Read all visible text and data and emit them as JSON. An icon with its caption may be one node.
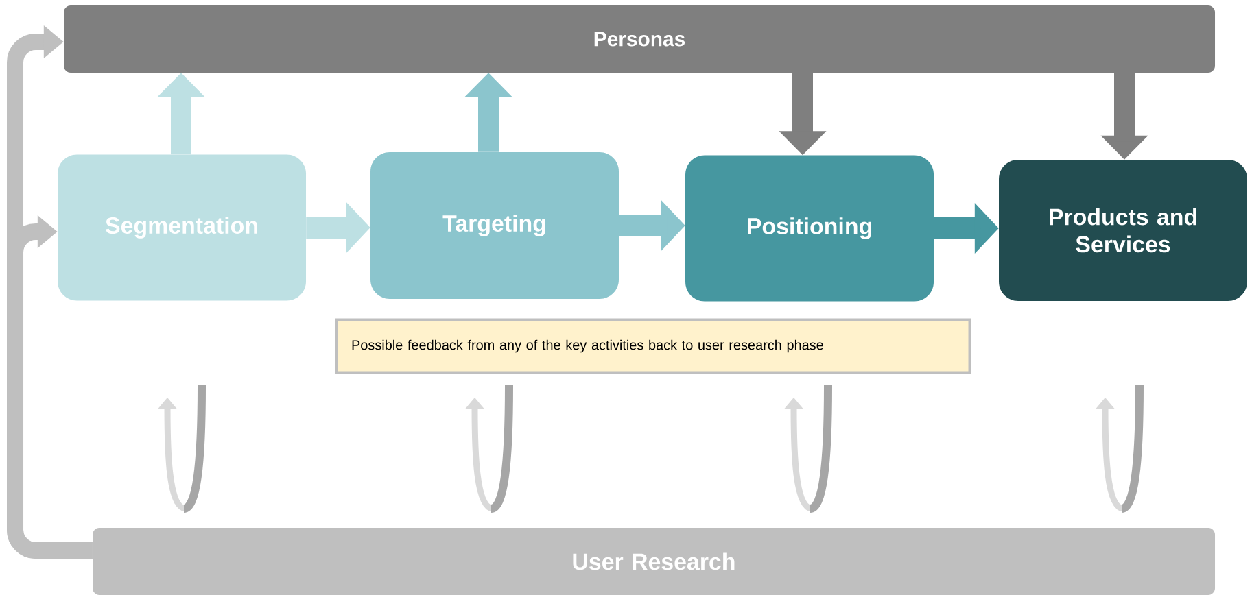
{
  "diagram": {
    "nodes": [
      {
        "text": [
          "Personas"
        ]
      },
      {
        "text": [
          "Segmentation"
        ]
      },
      {
        "text": [
          "Targeting"
        ]
      },
      {
        "text": [
          "Positioning"
        ]
      },
      {
        "text": [
          "Products and Services"
        ]
      },
      {
        "text": [
          "Possible feedback from any of the key activities back to user research phase"
        ]
      },
      {
        "text": [
          "User Research"
        ]
      }
    ],
    "edges": [
      {
        "from": 6,
        "to": 0,
        "arrow": "to",
        "color": "#bfbfbf"
      },
      {
        "from": 6,
        "to": 1,
        "arrow": "to",
        "color": "#bfbfbf"
      },
      {
        "from": 1,
        "to": 0,
        "arrow": "to",
        "color": "#bde0e3"
      },
      {
        "from": 2,
        "to": 0,
        "arrow": "to",
        "color": "#8bc5cd"
      },
      {
        "from": 0,
        "to": 3,
        "arrow": "to",
        "color": "#7f7f7f"
      },
      {
        "from": 0,
        "to": 4,
        "arrow": "to",
        "color": "#7f7f7f"
      },
      {
        "from": 1,
        "to": 2,
        "arrow": "to",
        "color": "#bde0e3"
      },
      {
        "from": 2,
        "to": 3,
        "arrow": "to",
        "color": "#8bc5cd"
      },
      {
        "from": 3,
        "to": 4,
        "arrow": "to",
        "color": "#4697a0"
      }
    ]
  }
}
